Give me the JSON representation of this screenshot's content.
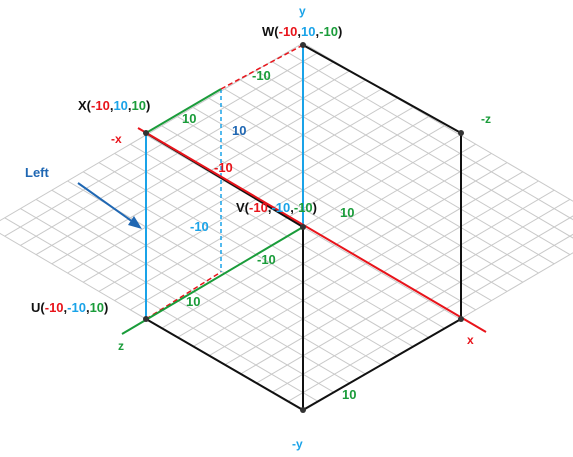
{
  "colors": {
    "red": "#e8141b",
    "cyan": "#1aa3e8",
    "green": "#1a9c3a",
    "black": "#111111",
    "navy": "#1f67b3",
    "grid": "#c9c9c9"
  },
  "axes": {
    "x_pos": "x",
    "x_neg": "-x",
    "y_pos": "y",
    "y_neg": "-y",
    "z_pos": "z",
    "z_neg": "-z"
  },
  "points": {
    "W": {
      "name": "W",
      "x": "-10",
      "y": "10",
      "z": "-10"
    },
    "X": {
      "name": "X",
      "x": "-10",
      "y": "10",
      "z": "10"
    },
    "V": {
      "name": "V",
      "x": "-10",
      "y": "-10",
      "z": "-10"
    },
    "U": {
      "name": "U",
      "x": "-10",
      "y": "-10",
      "z": "10"
    }
  },
  "callout": "Left",
  "dims": {
    "top_back_edge": "-10",
    "x_top_edge": "10",
    "vertical_dash": "10",
    "red_axis": "-10",
    "cyan_axis": "-10",
    "v_right": "10",
    "bottom_green": "-10",
    "u_edge": "10",
    "bottom_cube": "10"
  },
  "punct": {
    "open": "(",
    "comma": ",",
    "close": ")"
  }
}
